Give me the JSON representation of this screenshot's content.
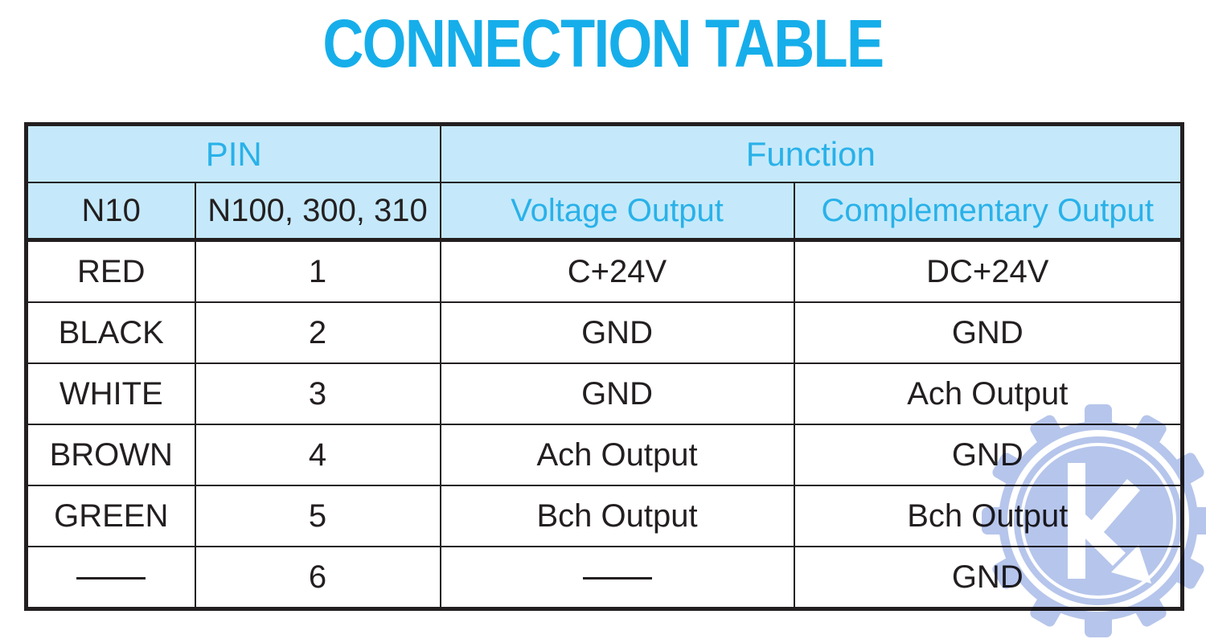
{
  "page": {
    "title": "CONNECTION TABLE"
  },
  "colors": {
    "title_cyan": "#16aeea",
    "header_text_cyan": "#29b1e9",
    "header_bg_light_blue": "#c5e9fa",
    "border_dark": "#231f20",
    "watermark_blue": "#b6c5eb"
  },
  "table": {
    "header_groups": [
      {
        "label": "PIN"
      },
      {
        "label": "Function"
      }
    ],
    "sub_headers": [
      {
        "label": "N10"
      },
      {
        "label": "N100, 300, 310"
      },
      {
        "label": "Voltage Output"
      },
      {
        "label": "Complementary Output"
      }
    ],
    "rows": [
      [
        "RED",
        "1",
        "C+24V",
        "DC+24V"
      ],
      [
        "BLACK",
        "2",
        "GND",
        "GND"
      ],
      [
        "WHITE",
        "3",
        "GND",
        "Ach Output"
      ],
      [
        "BROWN",
        "4",
        "Ach Output",
        "GND"
      ],
      [
        "GREEN",
        "5",
        "Bch Output",
        "Bch Output"
      ],
      [
        "——",
        "6",
        "——",
        "GND"
      ]
    ],
    "dash_token": "——"
  },
  "watermark": {
    "icon": "gear-k-logo",
    "letter": "K"
  }
}
